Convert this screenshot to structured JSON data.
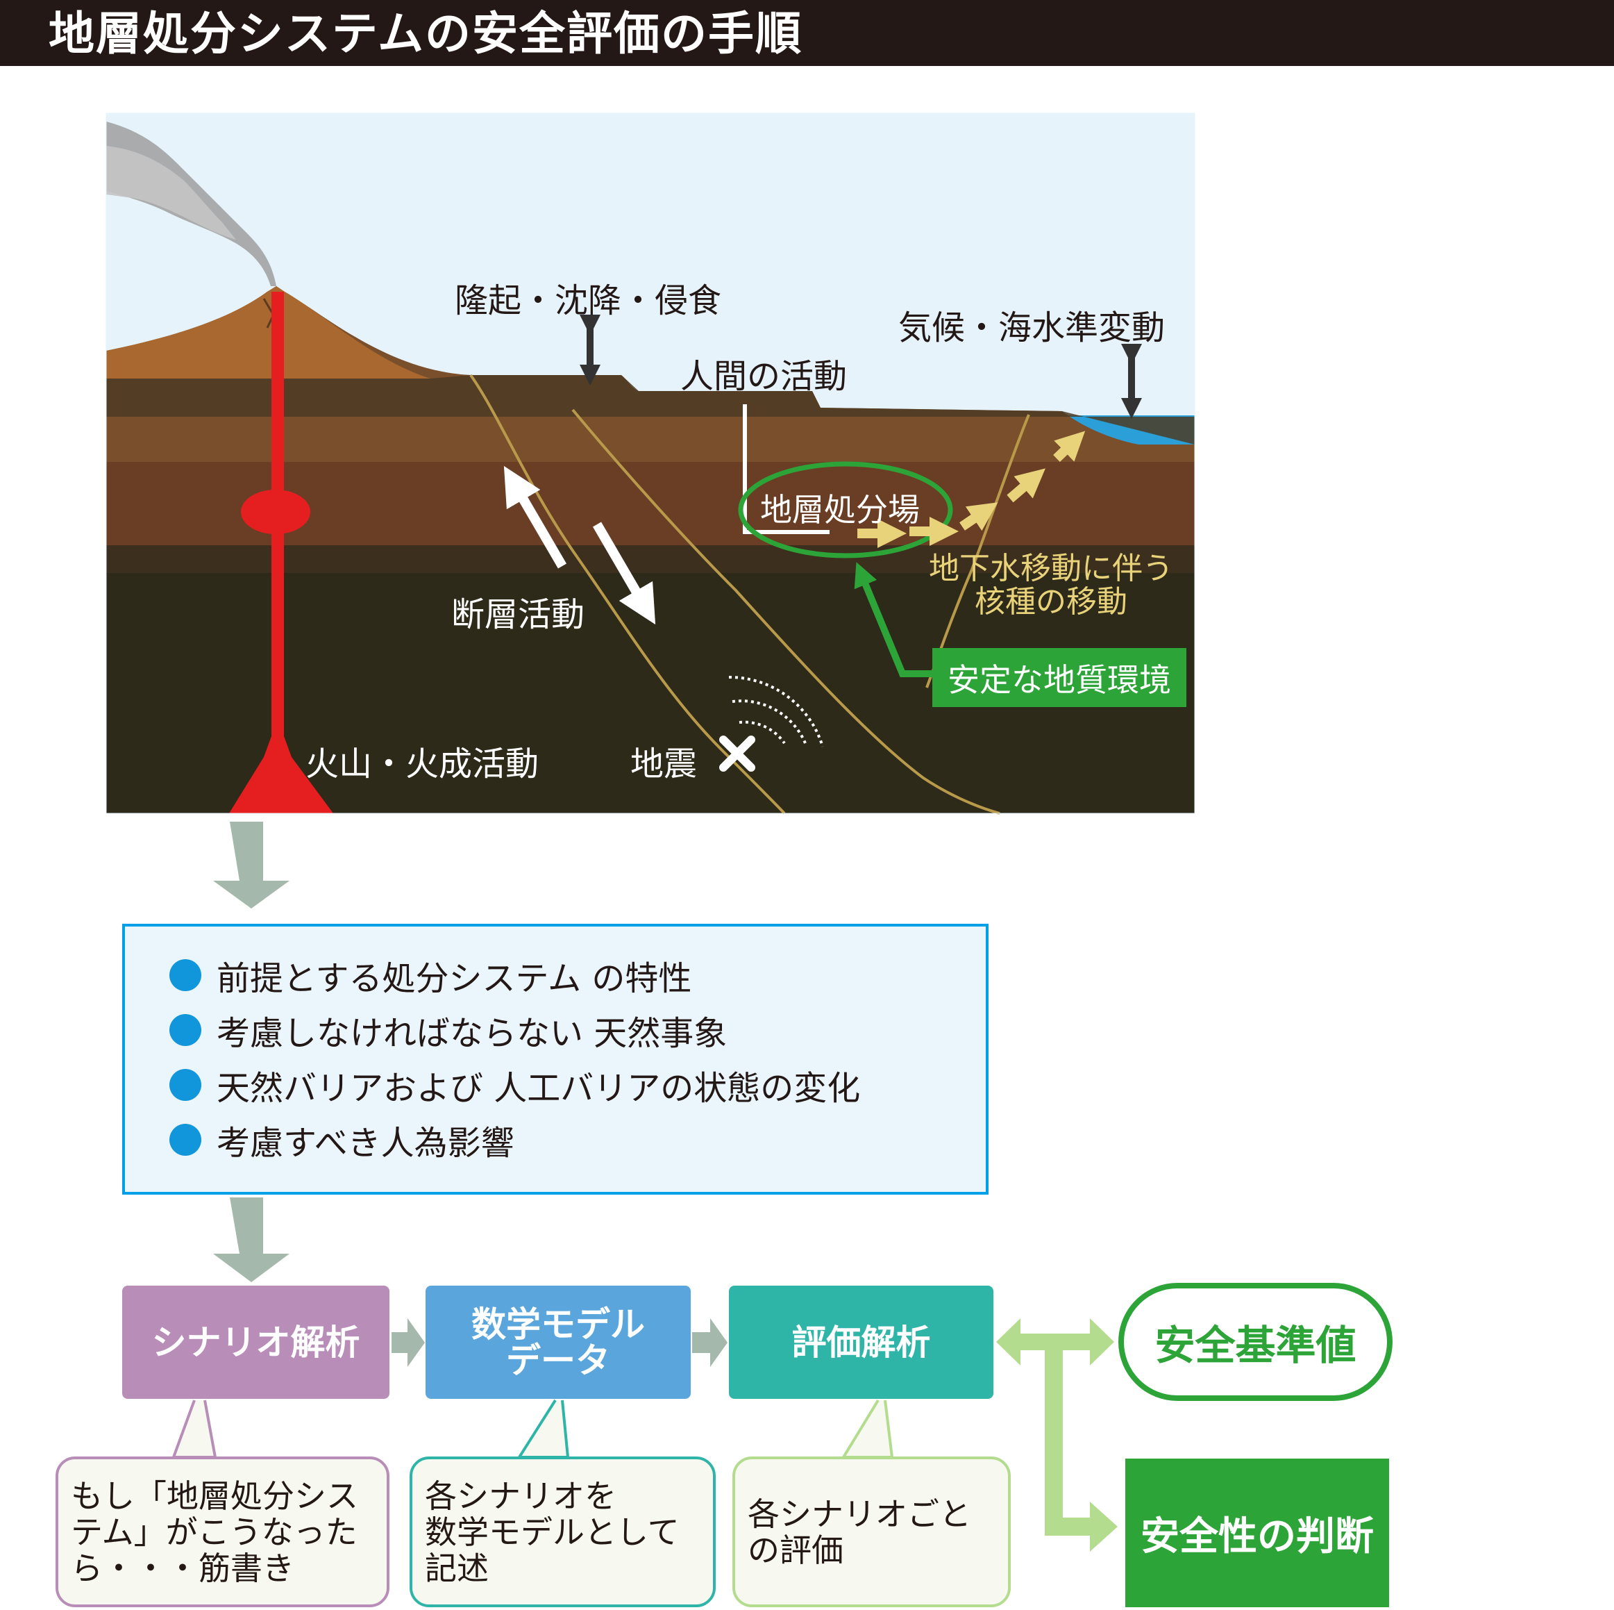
{
  "title": "地層処分システムの安全評価の手順",
  "geology": {
    "uplift_label": "隆起・沈降・侵食",
    "climate_label": "気候・海水準変動",
    "human_label": "人間の活動",
    "repository_label": "地層処分場",
    "groundwater_label_1": "地下水移動に伴う",
    "groundwater_label_2": "核種の移動",
    "fault_label": "断層活動",
    "stable_label": "安定な地質環境",
    "volcano_label": "火山・火成活動",
    "earthquake_label": "地震"
  },
  "factors": [
    "前提とする処分システム の特性",
    "考慮しなければならない 天然事象",
    "天然バリアおよび 人工バリアの状態の変化",
    "考慮すべき人為影響"
  ],
  "flow": {
    "scenario": "シナリオ解析",
    "math_model_1": "数学モデル",
    "math_model_2": "データ",
    "evaluation": "評価解析",
    "safety_standard": "安全基準値",
    "safety_judgment": "安全性の判断"
  },
  "notes": {
    "scenario_note": "もし「地層処分シス\nテム」がこうなった\nら・・・筋書き",
    "model_note": "各シナリオを\n数学モデルとして\n記述",
    "evaluation_note": "各シナリオごと\nの評価"
  },
  "colors": {
    "title_bg": "#231815",
    "sky": "#e6f3fb",
    "sea": "#2a9fd8",
    "magma": "#e51f1f",
    "green": "#2ca438",
    "fault_line": "#b89a4a",
    "nuclide_arrow": "#e8d27a",
    "scenario_box": "#b88db8",
    "model_box": "#5aa6dc",
    "evaluation_box": "#2fb5a8",
    "flow_arrow": "#a4b8ac",
    "link_arrow": "#b3dc8e"
  }
}
